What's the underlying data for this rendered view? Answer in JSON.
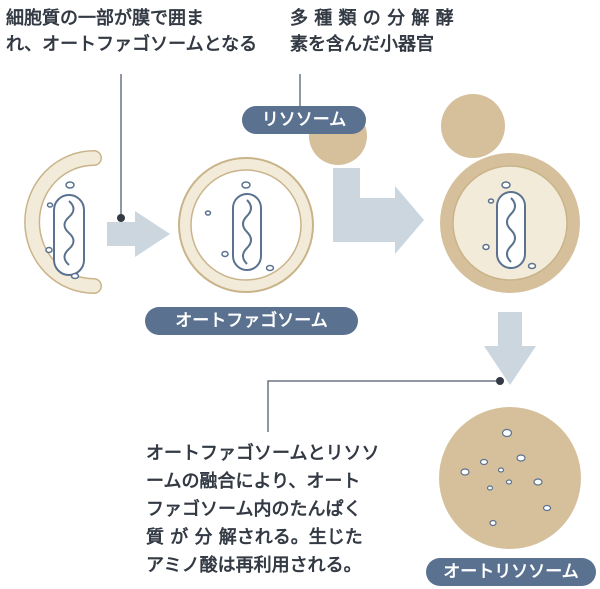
{
  "notes": {
    "top_left": [
      "細胞質の一部が膜で囲ま",
      "れ、オートファゴソームとなる"
    ],
    "top_mid": [
      "多 種 類 の 分 解 酵",
      "素を含んだ小器官"
    ],
    "bottom": [
      "オートファゴソームとリソソ",
      "ームの融合により、オート",
      "ファゴソーム内のたんぱく",
      "質 が 分 解される。生じた",
      "アミノ酸は再利用される。"
    ]
  },
  "labels": {
    "lysosome": "リソソーム",
    "autophagosome": "オートファゴソーム",
    "autolysosome": "オートリソソーム"
  },
  "colors": {
    "membrane_fill": "#f3ebd9",
    "membrane_stroke": "#c9b48a",
    "lysosome_fill": "#d6c09c",
    "arrow": "#ccd6df",
    "label_bg": "#5a7290",
    "line": "#6b7580",
    "text": "#333a44"
  }
}
